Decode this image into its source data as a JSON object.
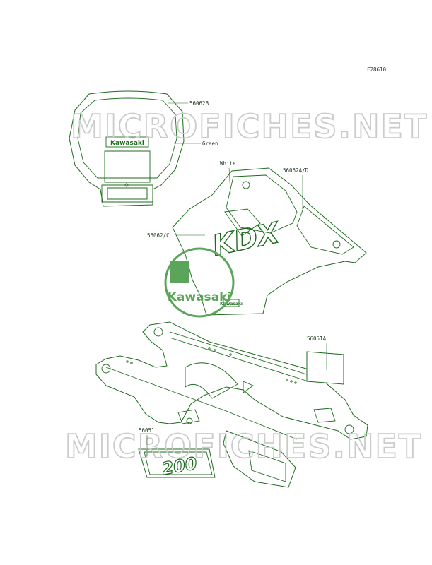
{
  "figure_code": "F28610",
  "watermark": "MICROFICHES.NET",
  "labels": {
    "p56062B": "56062B",
    "green": "Green",
    "white": "White",
    "p56062AD": "56062A/D",
    "p56062C": "56062/C",
    "p56051A": "56051A",
    "p56051": "56051"
  },
  "logos": {
    "kawasaki_headlight": "Kawasaki",
    "kawasaki_center": "Kawasaki",
    "kawasaki_shroud": "Kawasaki",
    "kdx_graphic": "KDX",
    "model_decal": "200"
  },
  "colors": {
    "line": "#1e6b1e",
    "watermark": "#c9ccc9",
    "logo": "#5aa55a"
  }
}
